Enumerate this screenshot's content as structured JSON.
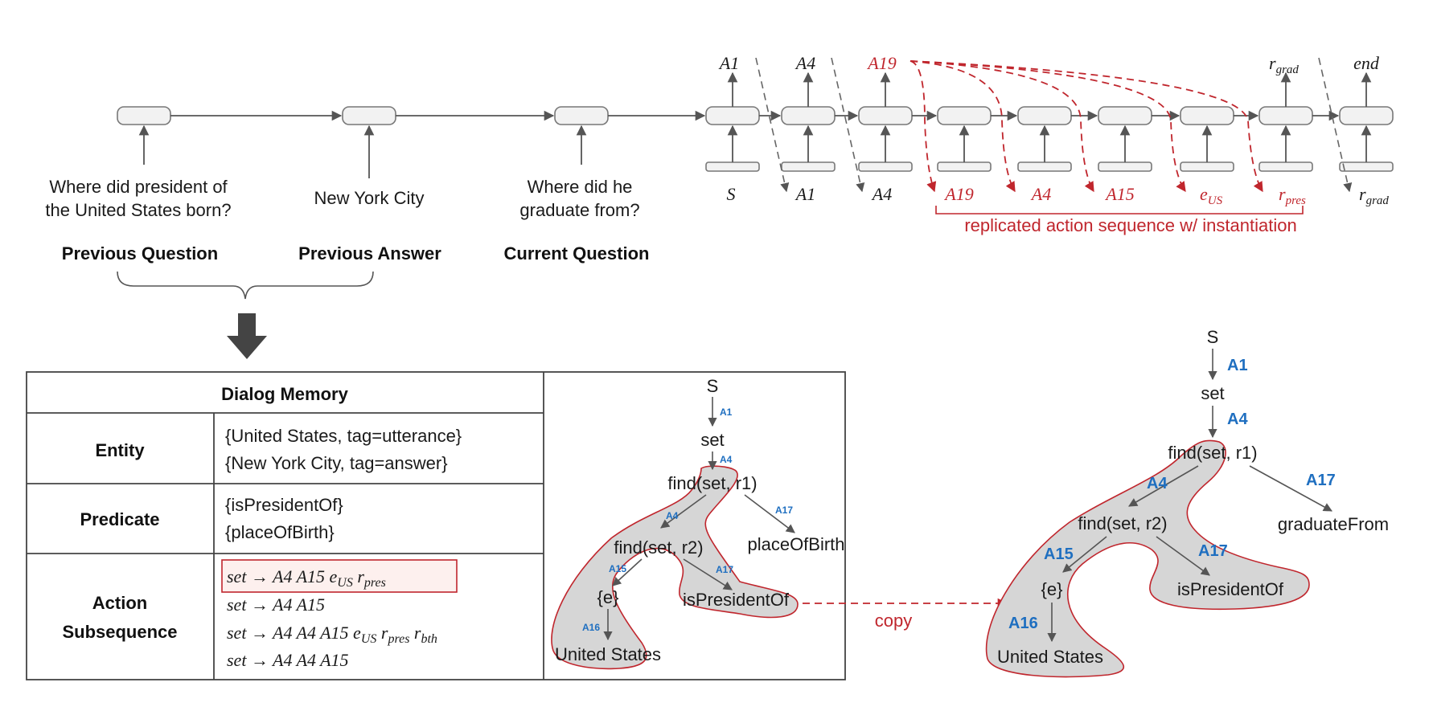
{
  "encoder": {
    "prev_question_line1": "Where did president of",
    "prev_question_line2": "the United States born?",
    "prev_answer": "New York City",
    "cur_question_line1": "Where did he",
    "cur_question_line2": "graduate from?",
    "labels": {
      "previous_question": "Previous Question",
      "previous_answer": "Previous Answer",
      "current_question": "Current Question"
    }
  },
  "decoder": {
    "outputs": [
      "A1",
      "A4",
      "A19",
      "r",
      "end"
    ],
    "r_grad_sub": "grad",
    "inputs": [
      "S",
      "A1",
      "A4",
      "A19",
      "A4",
      "A15",
      "e",
      "r",
      "r"
    ],
    "e_sub": "US",
    "r_pres_sub": "pres",
    "r_grad_input_sub": "grad",
    "replicated_caption": "replicated action sequence w/ instantiation"
  },
  "memory": {
    "title": "Dialog Memory",
    "entity_header": "Entity",
    "entities": [
      "{United States, tag=utterance}",
      "{New York City, tag=answer}"
    ],
    "predicate_header": "Predicate",
    "predicates": [
      "{isPresidentOf}",
      "{placeOfBirth}"
    ],
    "action_header_line1": "Action",
    "action_header_line2": "Subsequence",
    "actions": [
      {
        "main": "set → A4 A15 e",
        "s1": "US",
        "t1": " r",
        "s2": "pres"
      },
      {
        "main": "set → A4 A15"
      },
      {
        "main": "set → A4 A4 A15 e",
        "s1": "US",
        "t1": " r",
        "s2": "pres",
        "t2": " r",
        "s3": "bth"
      },
      {
        "main": "set → A4 A4 A15"
      }
    ]
  },
  "small_tree": {
    "root": "S",
    "a1": "A1",
    "set": "set",
    "a4": "A4",
    "find1": "find(set, r1)",
    "a4b": "A4",
    "a17": "A17",
    "place": "placeOfBirth",
    "find2": "find(set, r2)",
    "a15": "A15",
    "a17b": "A17",
    "e": "{e}",
    "pres": "isPresidentOf",
    "a16": "A16",
    "us": "United States"
  },
  "copy_label": "copy",
  "big_tree": {
    "root": "S",
    "a1": "A1",
    "set": "set",
    "a4": "A4",
    "find1": "find(set, r1)",
    "a4b": "A4",
    "a17": "A17",
    "grad": "graduateFrom",
    "find2": "find(set, r2)",
    "a15": "A15",
    "a17b": "A17",
    "e": "{e}",
    "pres": "isPresidentOf",
    "a16": "A16",
    "us": "United States"
  }
}
